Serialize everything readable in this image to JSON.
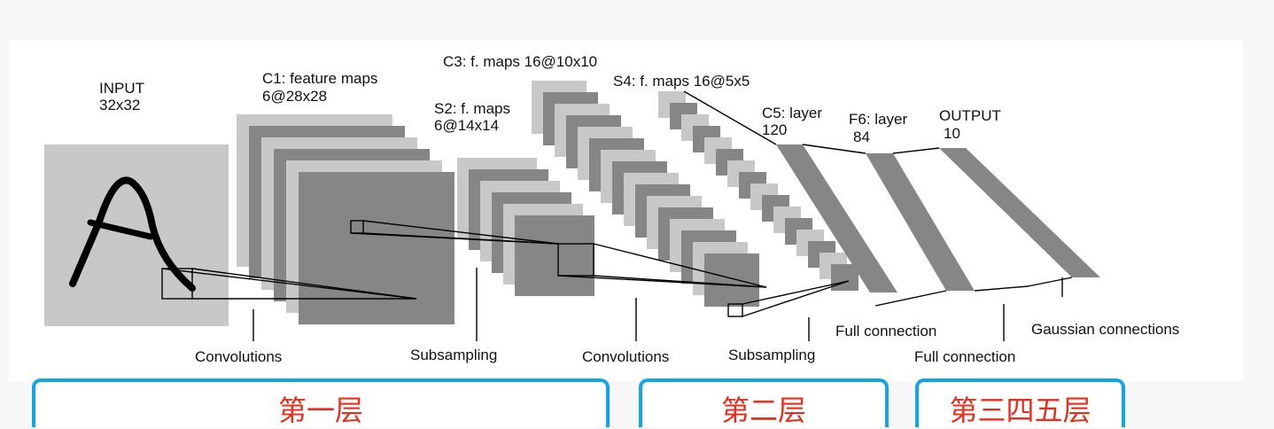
{
  "diagram": {
    "input": {
      "name": "INPUT",
      "size": "32x32"
    },
    "c1": {
      "name": "C1: feature maps",
      "size": "6@28x28"
    },
    "s2": {
      "name": "S2: f. maps",
      "size": "6@14x14"
    },
    "c3": {
      "name": "C3: f. maps 16@10x10"
    },
    "s4": {
      "name": "S4: f. maps 16@5x5"
    },
    "c5": {
      "name": "C5: layer",
      "size": "120"
    },
    "f6": {
      "name": "F6: layer",
      "size": "84"
    },
    "output": {
      "name": "OUTPUT",
      "size": "10"
    },
    "operations": {
      "conv1": "Convolutions",
      "sub1": "Subsampling",
      "conv2": "Convolutions",
      "sub2": "Subsampling",
      "full1": "Full connection",
      "full2": "Full connection",
      "gauss": "Gaussian connections"
    }
  },
  "groups": {
    "layer1": "第一层",
    "layer2": "第二层",
    "layer345": "第三四五层"
  },
  "colors": {
    "accent_border": "#12a6e8",
    "group_text": "#e0301e",
    "map_light": "#c8c8c8",
    "map_dark": "#868686"
  }
}
